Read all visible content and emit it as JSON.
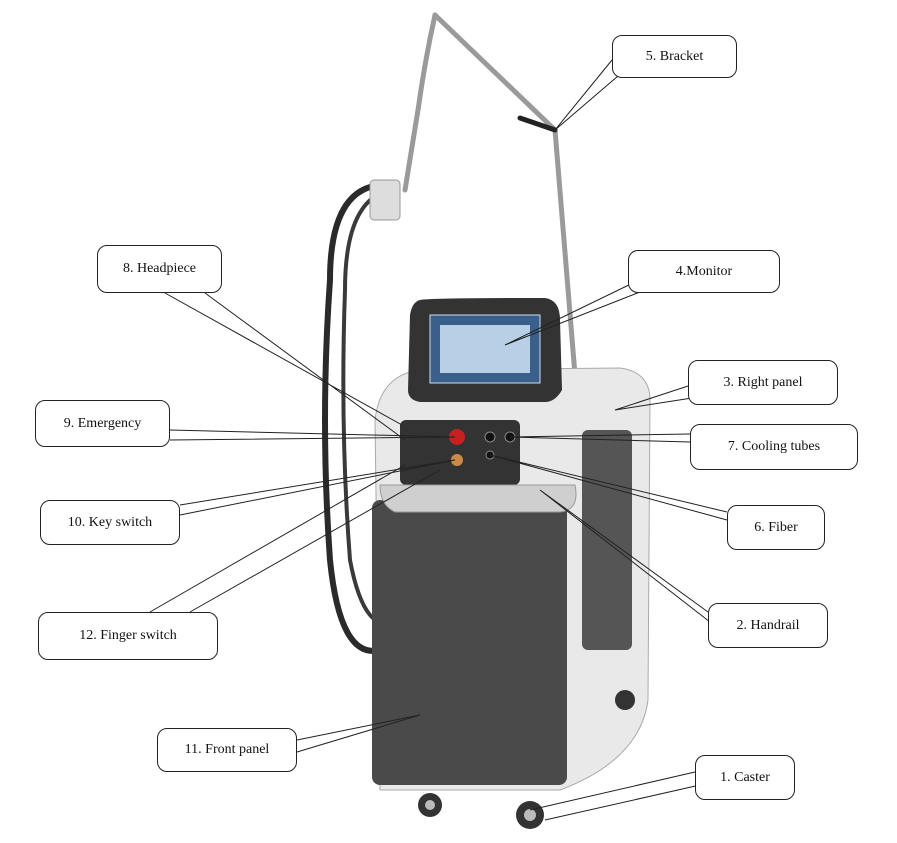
{
  "labels": {
    "caster": "1. Caster",
    "handrail": "2. Handrail",
    "right_panel": "3. Right panel",
    "monitor": "4.Monitor",
    "bracket": "5. Bracket",
    "fiber": "6. Fiber",
    "cooling_tubes": "7. Cooling tubes",
    "headpiece": "8. Headpiece",
    "emergency": "9. Emergency",
    "key_switch": "10. Key switch",
    "front_panel": "11. Front panel",
    "finger_switch": "12. Finger switch"
  },
  "colors": {
    "body": "#e9e9e9",
    "panel": "#4a4a4a",
    "screen": "#3a5f8a"
  }
}
